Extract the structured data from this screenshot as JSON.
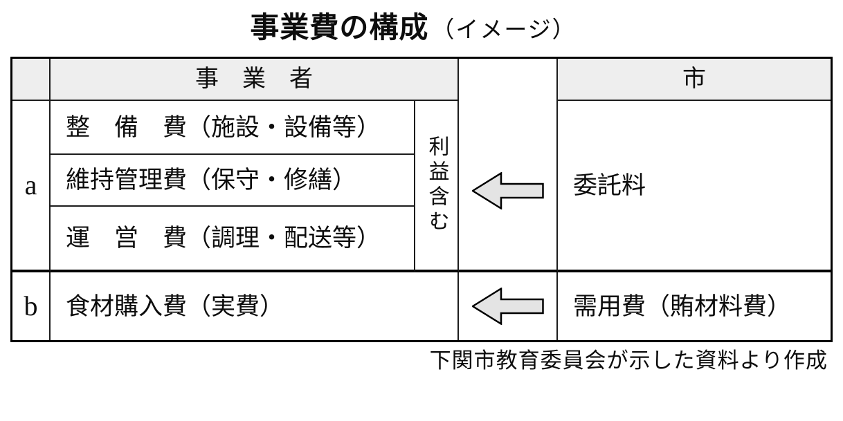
{
  "title": {
    "main": "事業費の構成",
    "sub": "（イメージ）"
  },
  "table": {
    "header": {
      "operator": "事　業　者",
      "city": "市"
    },
    "row_a": {
      "label": "a",
      "items": [
        "整　備　費（施設・設備等）",
        "維持管理費（保守・修繕）",
        "運　営　費（調理・配送等）"
      ],
      "profit_note": "利益含む",
      "city_item": "委託料"
    },
    "row_b": {
      "label": "b",
      "item": "食材購入費（実費）",
      "city_item": "需用費（賄材料費）"
    }
  },
  "source_note": "下関市教育委員会が示した資料より作成",
  "icons": {
    "row_a_arrow": "left-block-arrow",
    "row_b_arrow": "left-block-arrow"
  },
  "colors": {
    "header_bg": "#eeeeee",
    "arrow_fill": "#e4e4e4",
    "border": "#000000",
    "thick_divider": "#000000"
  }
}
